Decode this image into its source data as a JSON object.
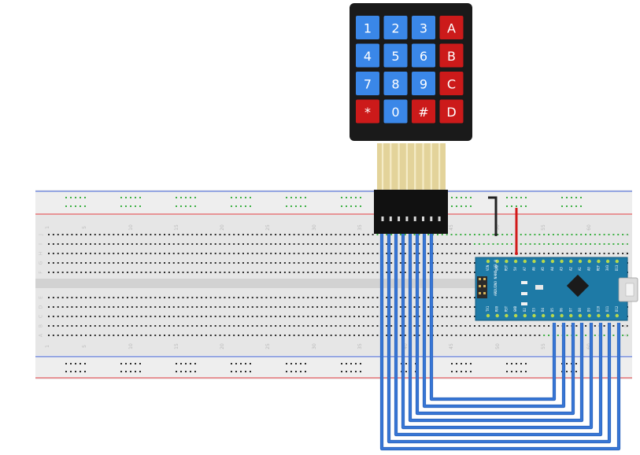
{
  "keypad": {
    "rows": [
      [
        {
          "label": "1",
          "color": "#3a87e8"
        },
        {
          "label": "2",
          "color": "#3a87e8"
        },
        {
          "label": "3",
          "color": "#3a87e8"
        },
        {
          "label": "A",
          "color": "#cc1a1a"
        }
      ],
      [
        {
          "label": "4",
          "color": "#3a87e8"
        },
        {
          "label": "5",
          "color": "#3a87e8"
        },
        {
          "label": "6",
          "color": "#3a87e8"
        },
        {
          "label": "B",
          "color": "#cc1a1a"
        }
      ],
      [
        {
          "label": "7",
          "color": "#3a87e8"
        },
        {
          "label": "8",
          "color": "#3a87e8"
        },
        {
          "label": "9",
          "color": "#3a87e8"
        },
        {
          "label": "C",
          "color": "#cc1a1a"
        }
      ],
      [
        {
          "label": "*",
          "color": "#cc1a1a"
        },
        {
          "label": "0",
          "color": "#3a87e8"
        },
        {
          "label": "#",
          "color": "#cc1a1a"
        },
        {
          "label": "D",
          "color": "#cc1a1a"
        }
      ]
    ],
    "body_color": "#1a1a1a",
    "ribbon_color": "#e3d39a"
  },
  "breadboard": {
    "column_numbers": [
      "1",
      "5",
      "10",
      "15",
      "20",
      "25",
      "30",
      "35",
      "40",
      "45",
      "50",
      "55",
      "60"
    ],
    "row_letters_top": [
      "J",
      "I",
      "H",
      "G",
      "F"
    ],
    "row_letters_bottom": [
      "E",
      "D",
      "C",
      "B",
      "A"
    ],
    "rail_red": "#e0393e",
    "rail_blue": "#3c5fd6",
    "hole_color": "#2b2b2b",
    "connected_hole_color": "#3cb043"
  },
  "arduino": {
    "board_label": "ARDUINO NANO V3.0",
    "top_pins": [
      "D13",
      "3V3",
      "REF",
      "A0",
      "A1",
      "A2",
      "A3",
      "A4",
      "A5",
      "A6",
      "A7",
      "5V",
      "RST",
      "GND",
      "VIN"
    ],
    "bottom_pins": [
      "D12",
      "D11",
      "D10",
      "D9",
      "D8",
      "D7",
      "D6",
      "D5",
      "D4",
      "D3",
      "D2",
      "GND",
      "RST",
      "RX0",
      "TX1"
    ],
    "labels": [
      "ICSP",
      "L",
      "PWR",
      "TX",
      "RX",
      "RST",
      "MINI USB"
    ],
    "board_color": "#1e7aa6",
    "pin_color": "#b7d84b"
  },
  "wires": {
    "data_wire_color": "#3776d6",
    "black_wire_color": "#222222",
    "red_wire_color": "#d11919"
  }
}
